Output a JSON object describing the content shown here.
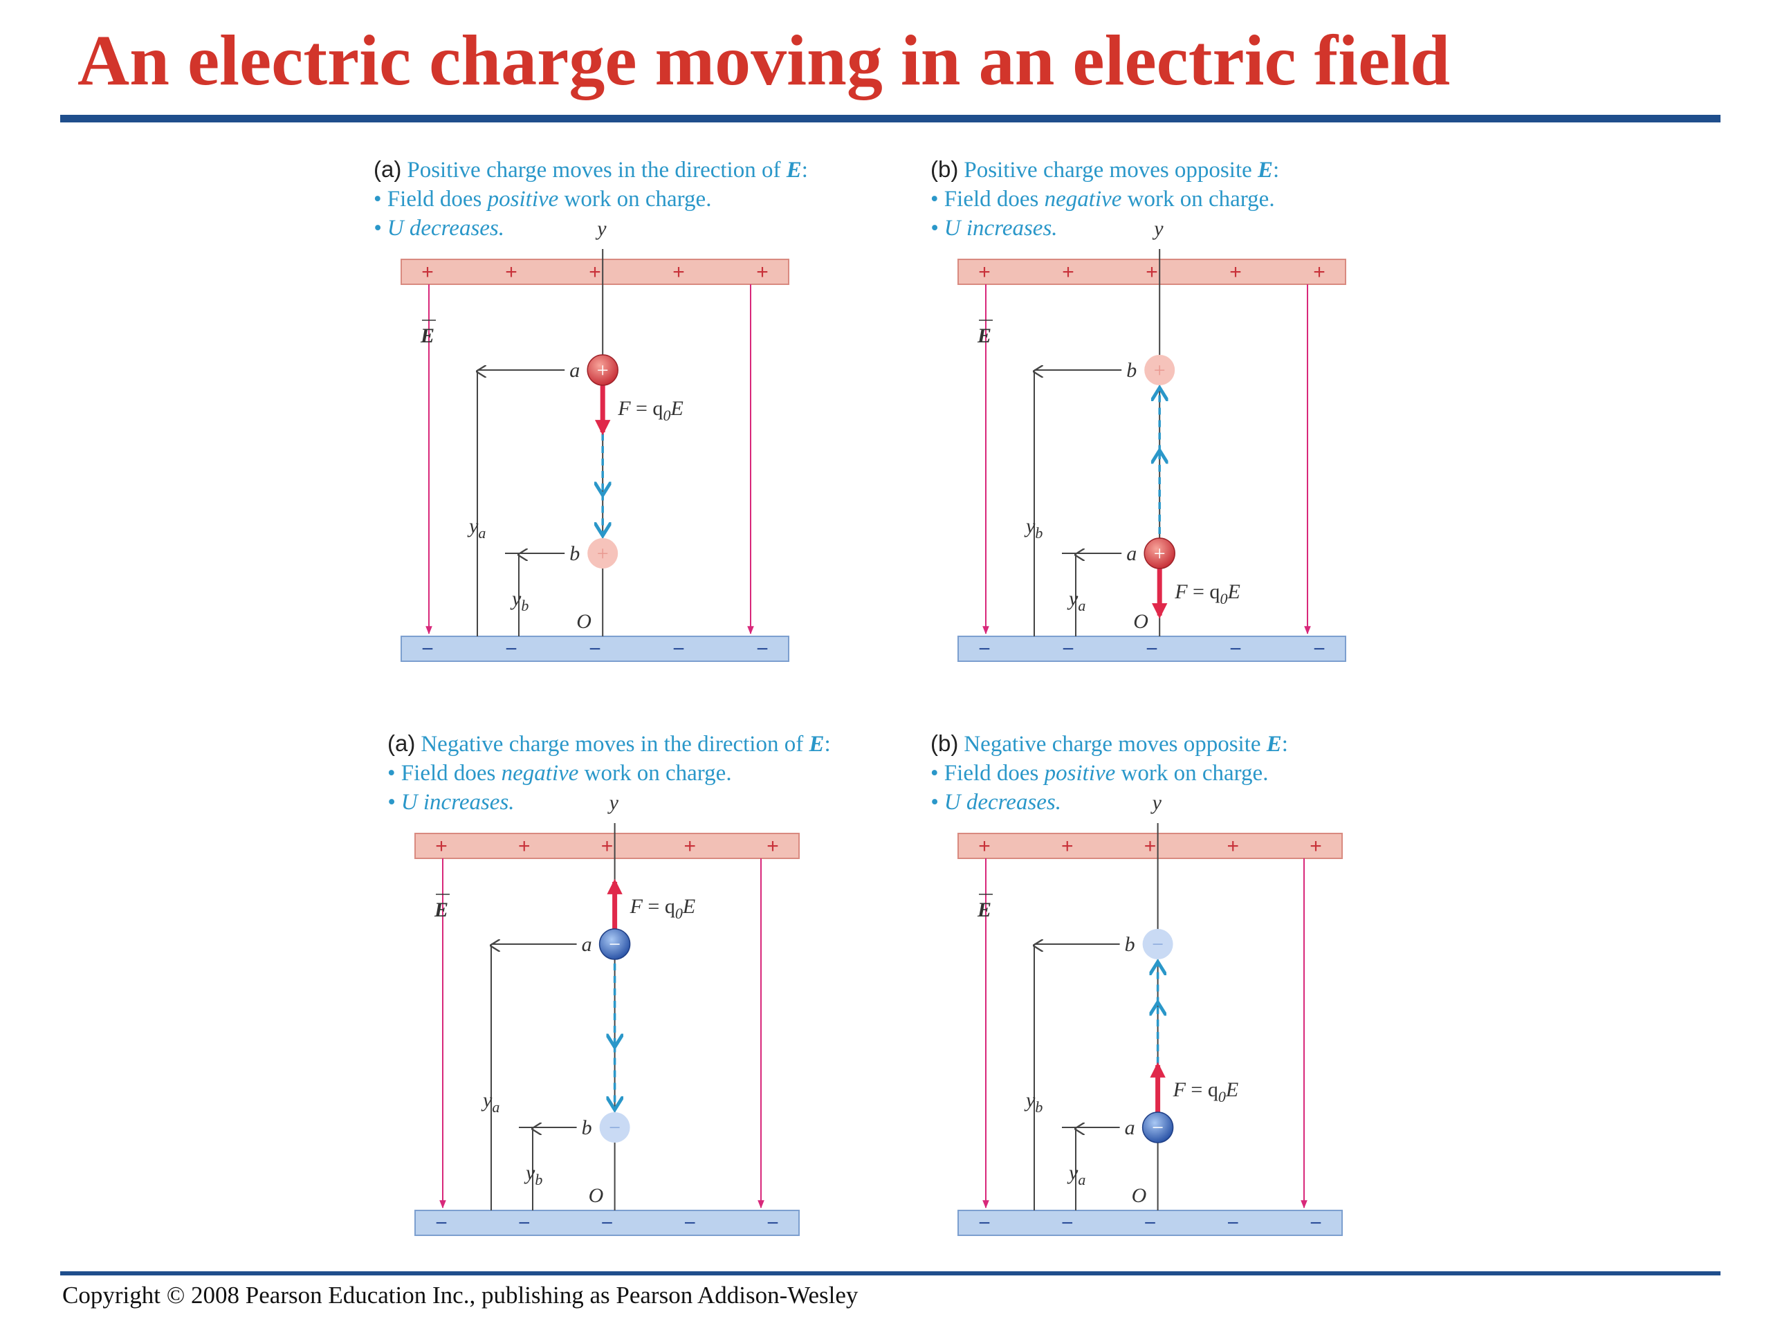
{
  "title": "An electric charge moving in an electric field",
  "copyright": "Copyright © 2008 Pearson Education Inc., publishing as Pearson Addison-Wesley",
  "colors": {
    "title": "#d2352b",
    "rule": "#1f4e8c",
    "caption": "#2a97c9",
    "positive_plate": "#f2c0b6",
    "negative_plate": "#bcd2ee",
    "field_line": "#d8287a",
    "force_arrow": "#e0284a",
    "path_arrow": "#2a97c9",
    "positive_charge": "#e0524a",
    "negative_charge": "#3a6fc8"
  },
  "labels": {
    "y_axis": "y",
    "origin": "O",
    "field": "E",
    "force_equation": "F = q0E",
    "point_a": "a",
    "point_b": "b",
    "height_a": "ya",
    "height_b": "yb",
    "plus_sign": "+",
    "minus_sign": "−"
  },
  "panels": [
    {
      "id": "top-left",
      "letter": "(a)",
      "caption": "Positive charge moves in the direction of E:",
      "bullet1_pre": "Field does ",
      "bullet1_em": "positive",
      "bullet1_post": " work on charge.",
      "bullet2": "U decreases.",
      "charge": "positive",
      "upper_point": "a",
      "lower_point": "b",
      "start_point": "a",
      "force_direction": "down"
    },
    {
      "id": "top-right",
      "letter": "(b)",
      "caption": "Positive charge moves opposite E:",
      "bullet1_pre": "Field does ",
      "bullet1_em": "negative",
      "bullet1_post": " work on charge.",
      "bullet2": "U increases.",
      "charge": "positive",
      "upper_point": "b",
      "lower_point": "a",
      "start_point": "a",
      "force_direction": "down"
    },
    {
      "id": "bottom-left",
      "letter": "(a)",
      "caption": "Negative charge moves in the direction of E:",
      "bullet1_pre": "Field does ",
      "bullet1_em": "negative",
      "bullet1_post": " work on charge.",
      "bullet2": "U increases.",
      "charge": "negative",
      "upper_point": "a",
      "lower_point": "b",
      "start_point": "a",
      "force_direction": "up"
    },
    {
      "id": "bottom-right",
      "letter": "(b)",
      "caption": "Negative charge moves opposite E:",
      "bullet1_pre": "Field does ",
      "bullet1_em": "positive",
      "bullet1_post": " work on charge.",
      "bullet2": "U decreases.",
      "charge": "negative",
      "upper_point": "b",
      "lower_point": "a",
      "start_point": "a",
      "force_direction": "up"
    }
  ]
}
